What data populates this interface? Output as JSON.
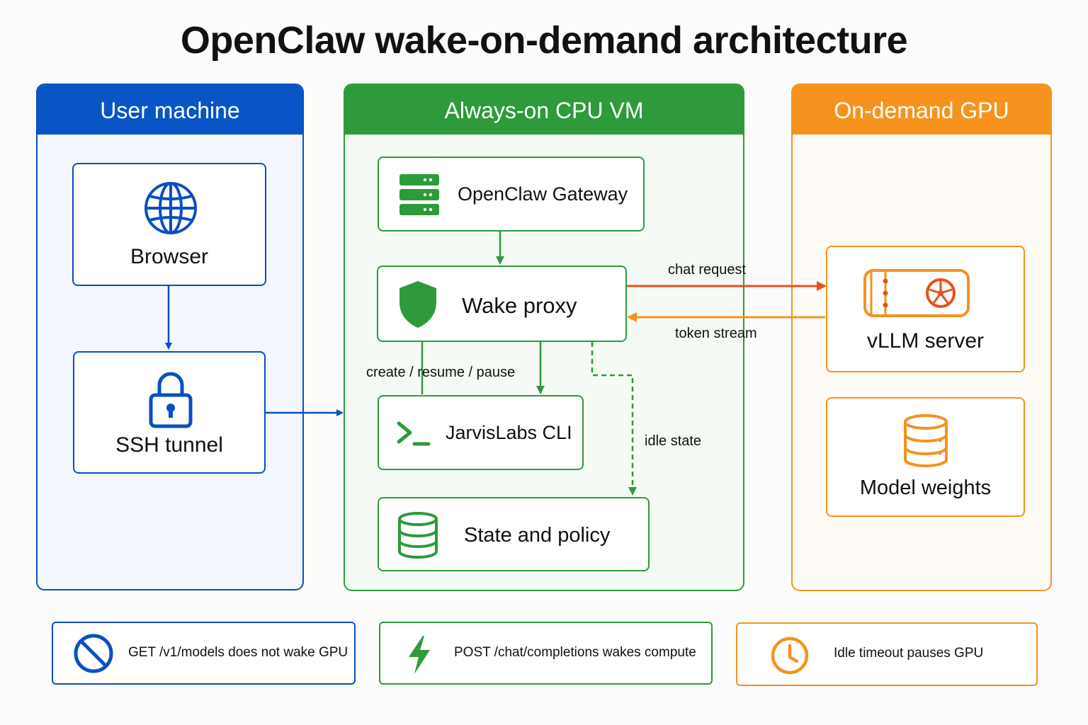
{
  "title": "OpenClaw wake-on-demand architecture",
  "panels": {
    "user": {
      "label": "User machine",
      "color": "#0a55c6"
    },
    "cpu": {
      "label": "Always-on CPU VM",
      "color": "#2e9a3c"
    },
    "gpu": {
      "label": "On-demand GPU",
      "color": "#f6931f"
    }
  },
  "nodes": {
    "browser": {
      "label": "Browser",
      "icon": "globe-icon"
    },
    "ssh_tunnel": {
      "label": "SSH tunnel",
      "icon": "lock-icon"
    },
    "gateway": {
      "label": "OpenClaw Gateway",
      "icon": "server-icon"
    },
    "wake_proxy": {
      "label": "Wake proxy",
      "icon": "shield-icon"
    },
    "jarvislabs_cli": {
      "label": "JarvisLabs CLI",
      "icon": "terminal-icon"
    },
    "state_policy": {
      "label": "State and policy",
      "icon": "database-icon"
    },
    "vllm_server": {
      "label": "vLLM server",
      "icon": "gpu-card-icon"
    },
    "model_weights": {
      "label": "Model weights",
      "icon": "database-icon"
    }
  },
  "edges": {
    "chat_request": "chat request",
    "token_stream": "token stream",
    "create_resume_pause": "create / resume / pause",
    "idle_state": "idle state"
  },
  "notes": [
    {
      "text": "GET /v1/models  does not wake GPU",
      "icon": "no-entry-icon"
    },
    {
      "text": "POST /chat/completions  wakes compute",
      "icon": "lightning-icon"
    },
    {
      "text": "Idle timeout pauses GPU",
      "icon": "clock-icon"
    }
  ],
  "colors": {
    "blue": "#0a4fbf",
    "green": "#2e9a3c",
    "orange": "#f5921e",
    "request_red": "#e8501e"
  }
}
